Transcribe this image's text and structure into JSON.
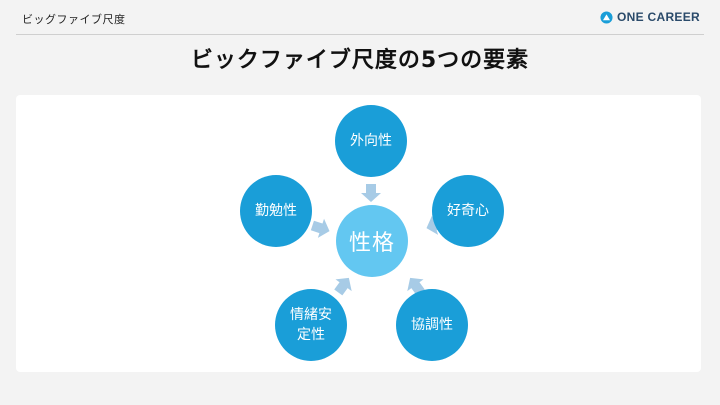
{
  "header": {
    "breadcrumb": "ビッグファイブ尺度",
    "logo": {
      "text": "ONE CAREER",
      "icon": "logo-mark-icon",
      "color": "#1a9ed8"
    }
  },
  "title": "ビックファイブ尺度の5つの要素",
  "diagram": {
    "core": {
      "label": "性格",
      "color": "#63c7f1"
    },
    "elements": [
      {
        "id": "extraversion",
        "label": "外向性"
      },
      {
        "id": "openness",
        "label": "好奇心"
      },
      {
        "id": "agreeableness",
        "label": "協調性"
      },
      {
        "id": "neuroticism",
        "label": "情緒安\n定性"
      },
      {
        "id": "conscientiousness",
        "label": "勤勉性"
      }
    ],
    "element_color": "#1a9ed8",
    "arrow_color": "#a7cbe6",
    "arrow_icon": "block-arrow-icon"
  }
}
